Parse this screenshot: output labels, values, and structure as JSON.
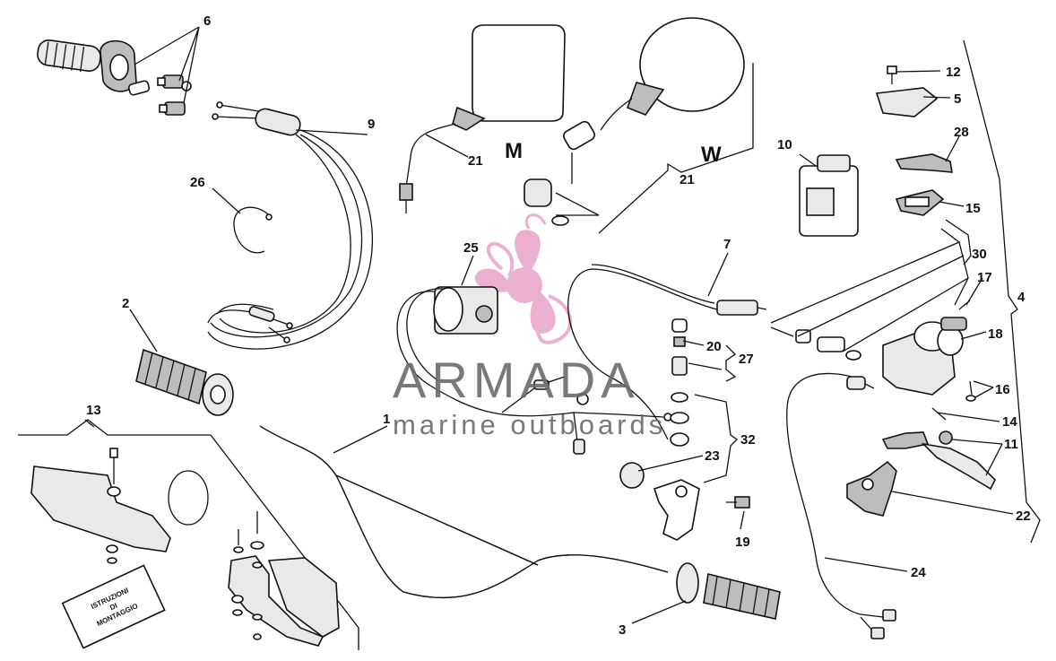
{
  "diagram": {
    "labels": {
      "p1": "1",
      "p2": "2",
      "p3": "3",
      "p4": "4",
      "p5": "5",
      "p6": "6",
      "p7": "7",
      "p9": "9",
      "p10": "10",
      "p11": "11",
      "p12": "12",
      "p13": "13",
      "p14": "14",
      "p15": "15",
      "p16": "16",
      "p17": "17",
      "p18": "18",
      "p19": "19",
      "p20": "20",
      "p21a": "21",
      "p21b": "21",
      "p22": "22",
      "p23": "23",
      "p24": "24",
      "p25": "25",
      "p26": "26",
      "p27": "27",
      "p28": "28",
      "p30": "30",
      "p32": "32"
    },
    "version_m": "M",
    "version_w": "W",
    "booklet_lines": [
      "ISTRUZIONI",
      "DI",
      "MONTAGGIO"
    ]
  },
  "watermark": {
    "brand": "ARMADA",
    "tagline": "marine outboards",
    "logo_color": "#e8a3c7"
  }
}
